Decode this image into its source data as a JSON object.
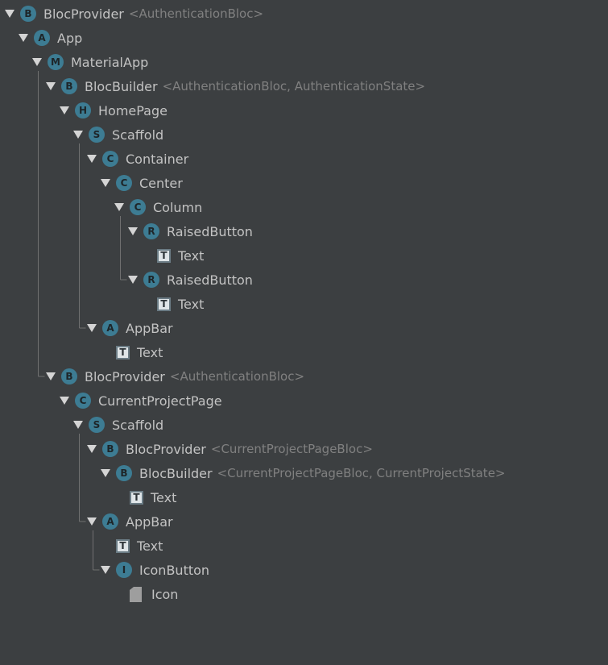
{
  "tree": {
    "nodes": [
      {
        "depth": 0,
        "expanded": true,
        "icon": "badge",
        "letter": "B",
        "label": "BlocProvider",
        "generic": "<AuthenticationBloc>"
      },
      {
        "depth": 1,
        "expanded": true,
        "icon": "badge",
        "letter": "A",
        "label": "App",
        "generic": ""
      },
      {
        "depth": 2,
        "expanded": true,
        "icon": "badge",
        "letter": "M",
        "label": "MaterialApp",
        "generic": ""
      },
      {
        "depth": 3,
        "expanded": true,
        "icon": "badge",
        "letter": "B",
        "label": "BlocBuilder",
        "generic": "<AuthenticationBloc, AuthenticationState>"
      },
      {
        "depth": 4,
        "expanded": true,
        "icon": "badge",
        "letter": "H",
        "label": "HomePage",
        "generic": ""
      },
      {
        "depth": 5,
        "expanded": true,
        "icon": "badge",
        "letter": "S",
        "label": "Scaffold",
        "generic": ""
      },
      {
        "depth": 6,
        "expanded": true,
        "icon": "badge",
        "letter": "C",
        "label": "Container",
        "generic": ""
      },
      {
        "depth": 7,
        "expanded": true,
        "icon": "badge",
        "letter": "C",
        "label": "Center",
        "generic": ""
      },
      {
        "depth": 8,
        "expanded": true,
        "icon": "badge",
        "letter": "C",
        "label": "Column",
        "generic": ""
      },
      {
        "depth": 9,
        "expanded": true,
        "icon": "badge",
        "letter": "R",
        "label": "RaisedButton",
        "generic": ""
      },
      {
        "depth": 10,
        "expanded": false,
        "icon": "text",
        "letter": "T",
        "label": "Text",
        "generic": ""
      },
      {
        "depth": 9,
        "expanded": true,
        "icon": "badge",
        "letter": "R",
        "label": "RaisedButton",
        "generic": ""
      },
      {
        "depth": 10,
        "expanded": false,
        "icon": "text",
        "letter": "T",
        "label": "Text",
        "generic": ""
      },
      {
        "depth": 6,
        "expanded": true,
        "icon": "badge",
        "letter": "A",
        "label": "AppBar",
        "generic": ""
      },
      {
        "depth": 7,
        "expanded": false,
        "icon": "text",
        "letter": "T",
        "label": "Text",
        "generic": ""
      },
      {
        "depth": 3,
        "expanded": true,
        "icon": "badge",
        "letter": "B",
        "label": "BlocProvider",
        "generic": "<AuthenticationBloc>"
      },
      {
        "depth": 4,
        "expanded": true,
        "icon": "badge",
        "letter": "C",
        "label": "CurrentProjectPage",
        "generic": ""
      },
      {
        "depth": 5,
        "expanded": true,
        "icon": "badge",
        "letter": "S",
        "label": "Scaffold",
        "generic": ""
      },
      {
        "depth": 6,
        "expanded": true,
        "icon": "badge",
        "letter": "B",
        "label": "BlocProvider",
        "generic": "<CurrentProjectPageBloc>"
      },
      {
        "depth": 7,
        "expanded": true,
        "icon": "badge",
        "letter": "B",
        "label": "BlocBuilder",
        "generic": "<CurrentProjectPageBloc, CurrentProjectState>"
      },
      {
        "depth": 8,
        "expanded": false,
        "icon": "text",
        "letter": "T",
        "label": "Text",
        "generic": ""
      },
      {
        "depth": 6,
        "expanded": true,
        "icon": "badge",
        "letter": "A",
        "label": "AppBar",
        "generic": ""
      },
      {
        "depth": 7,
        "expanded": false,
        "icon": "text",
        "letter": "T",
        "label": "Text",
        "generic": ""
      },
      {
        "depth": 7,
        "expanded": true,
        "icon": "badge",
        "letter": "I",
        "label": "IconButton",
        "generic": ""
      },
      {
        "depth": 8,
        "expanded": false,
        "icon": "file",
        "letter": "",
        "label": "Icon",
        "generic": ""
      }
    ]
  },
  "colors": {
    "background": "#3c3f41",
    "badge": "#3d7c93",
    "label": "#c3c3c3",
    "generic": "#808080",
    "guide": "#707070",
    "arrow": "#d4d4d4"
  }
}
